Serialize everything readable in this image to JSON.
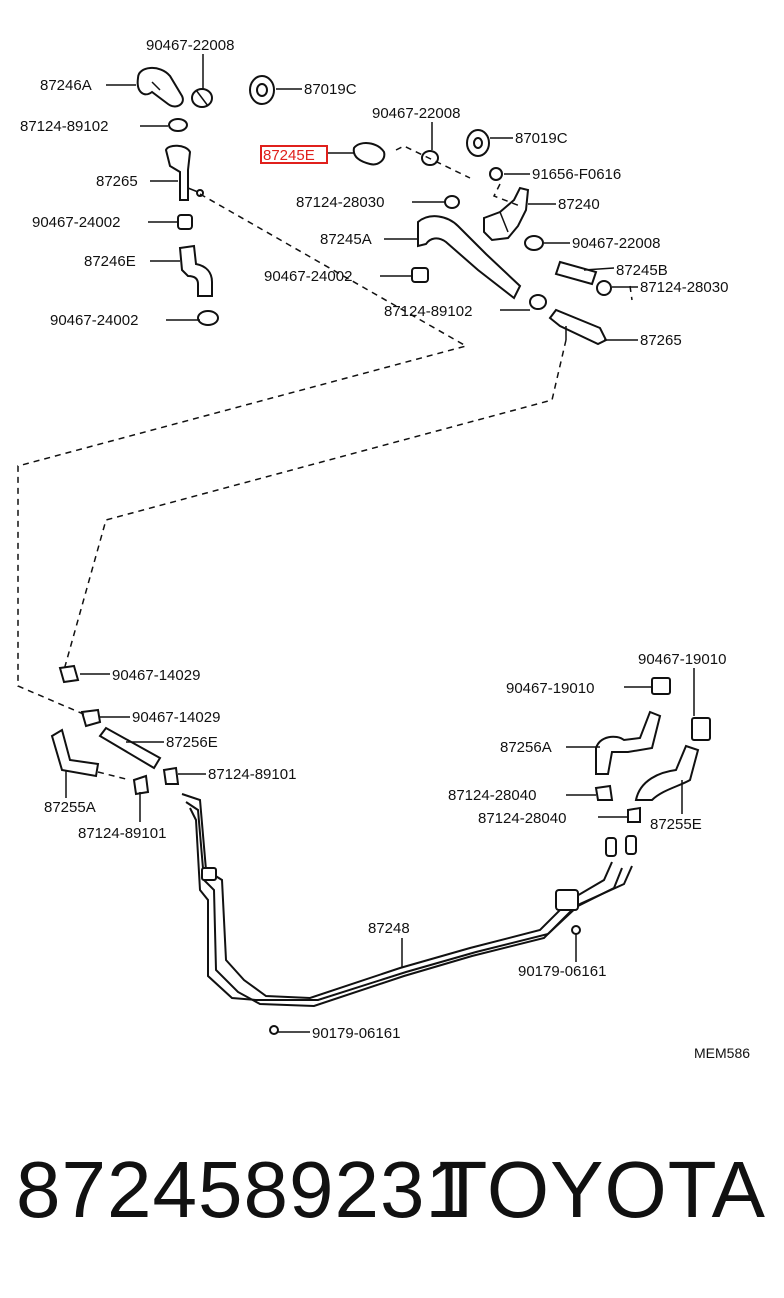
{
  "diagram": {
    "code": "MEM586",
    "highlighted_part": "87245E",
    "labels": {
      "l_90467_22008_a": "90467-22008",
      "l_87246A": "87246A",
      "l_87019C_a": "87019C",
      "l_87124_89102_a": "87124-89102",
      "l_90467_22008_b": "90467-22008",
      "l_87019C_b": "87019C",
      "l_87245E": "87245E",
      "l_87265_a": "87265",
      "l_91656_F0616": "91656-F0616",
      "l_87124_28030_a": "87124-28030",
      "l_87240": "87240",
      "l_90467_24002_a": "90467-24002",
      "l_87245A": "87245A",
      "l_90467_22008_c": "90467-22008",
      "l_87246E": "87246E",
      "l_90467_24002_b": "90467-24002",
      "l_87245B": "87245B",
      "l_87124_28030_b": "87124-28030",
      "l_90467_24002_c": "90467-24002",
      "l_87124_89102_b": "87124-89102",
      "l_87265_b": "87265",
      "l_90467_19010_a": "90467-19010",
      "l_90467_19010_b": "90467-19010",
      "l_90467_14029_a": "90467-14029",
      "l_90467_14029_b": "90467-14029",
      "l_87256E": "87256E",
      "l_87256A": "87256A",
      "l_87124_89101_a": "87124-89101",
      "l_87124_28040_a": "87124-28040",
      "l_87255A": "87255A",
      "l_87124_89101_b": "87124-89101",
      "l_87124_28040_b": "87124-28040",
      "l_87255E": "87255E",
      "l_87248": "87248",
      "l_90179_06161_a": "90179-06161",
      "l_90179_06161_b": "90179-06161"
    }
  },
  "footer": {
    "part_number": "8724589231",
    "brand": "TOYOTA"
  }
}
